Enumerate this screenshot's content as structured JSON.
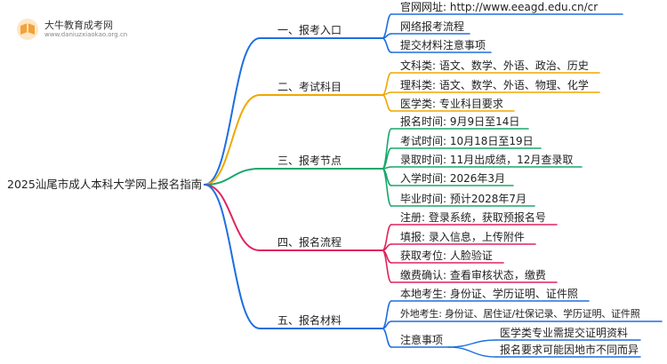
{
  "logo": {
    "title": "大牛教育成考网",
    "url": "www.daniuzxiaokao.org.cn"
  },
  "root": "2025汕尾市成人本科大学网上报名指南",
  "branches": [
    {
      "label": "一、报考入口",
      "color": "#1e6fe0",
      "children": [
        {
          "label": "官网网址: http://www.eeagd.edu.cn/cr"
        },
        {
          "label": "网络报考流程"
        },
        {
          "label": "提交材料注意事项"
        }
      ]
    },
    {
      "label": "二、考试科目",
      "color": "#f0a800",
      "children": [
        {
          "label": "文科类: 语文、数学、外语、政治、历史"
        },
        {
          "label": "理科类: 语文、数学、外语、物理、化学"
        },
        {
          "label": "医学类: 专业科目要求"
        }
      ]
    },
    {
      "label": "三、报考节点",
      "color": "#19a86b",
      "children": [
        {
          "label": "报名时间: 9月9日至14日"
        },
        {
          "label": "考试时间: 10月18日至19日"
        },
        {
          "label": "录取时间: 11月出成绩，12月查录取"
        },
        {
          "label": "入学时间: 2026年3月"
        },
        {
          "label": "毕业时间: 预计2028年7月"
        }
      ]
    },
    {
      "label": "四、报名流程",
      "color": "#e0245e",
      "children": [
        {
          "label": "注册: 登录系统，获取预报名号"
        },
        {
          "label": "填报: 录入信息，上传附件"
        },
        {
          "label": "获取考位: 人脸验证"
        },
        {
          "label": "缴费确认: 查看审核状态，缴费"
        }
      ]
    },
    {
      "label": "五、报名材料",
      "color": "#1e6fe0",
      "children": [
        {
          "label": "本地考生: 身份证、学历证明、证件照"
        },
        {
          "label": "外地考生: 身份证、居住证/社保记录、学历证明、证件照"
        },
        {
          "label": "注意事项",
          "children": [
            {
              "label": "医学类专业需提交证明资料"
            },
            {
              "label": "报名要求可能因地市不同而异"
            }
          ]
        }
      ]
    }
  ]
}
